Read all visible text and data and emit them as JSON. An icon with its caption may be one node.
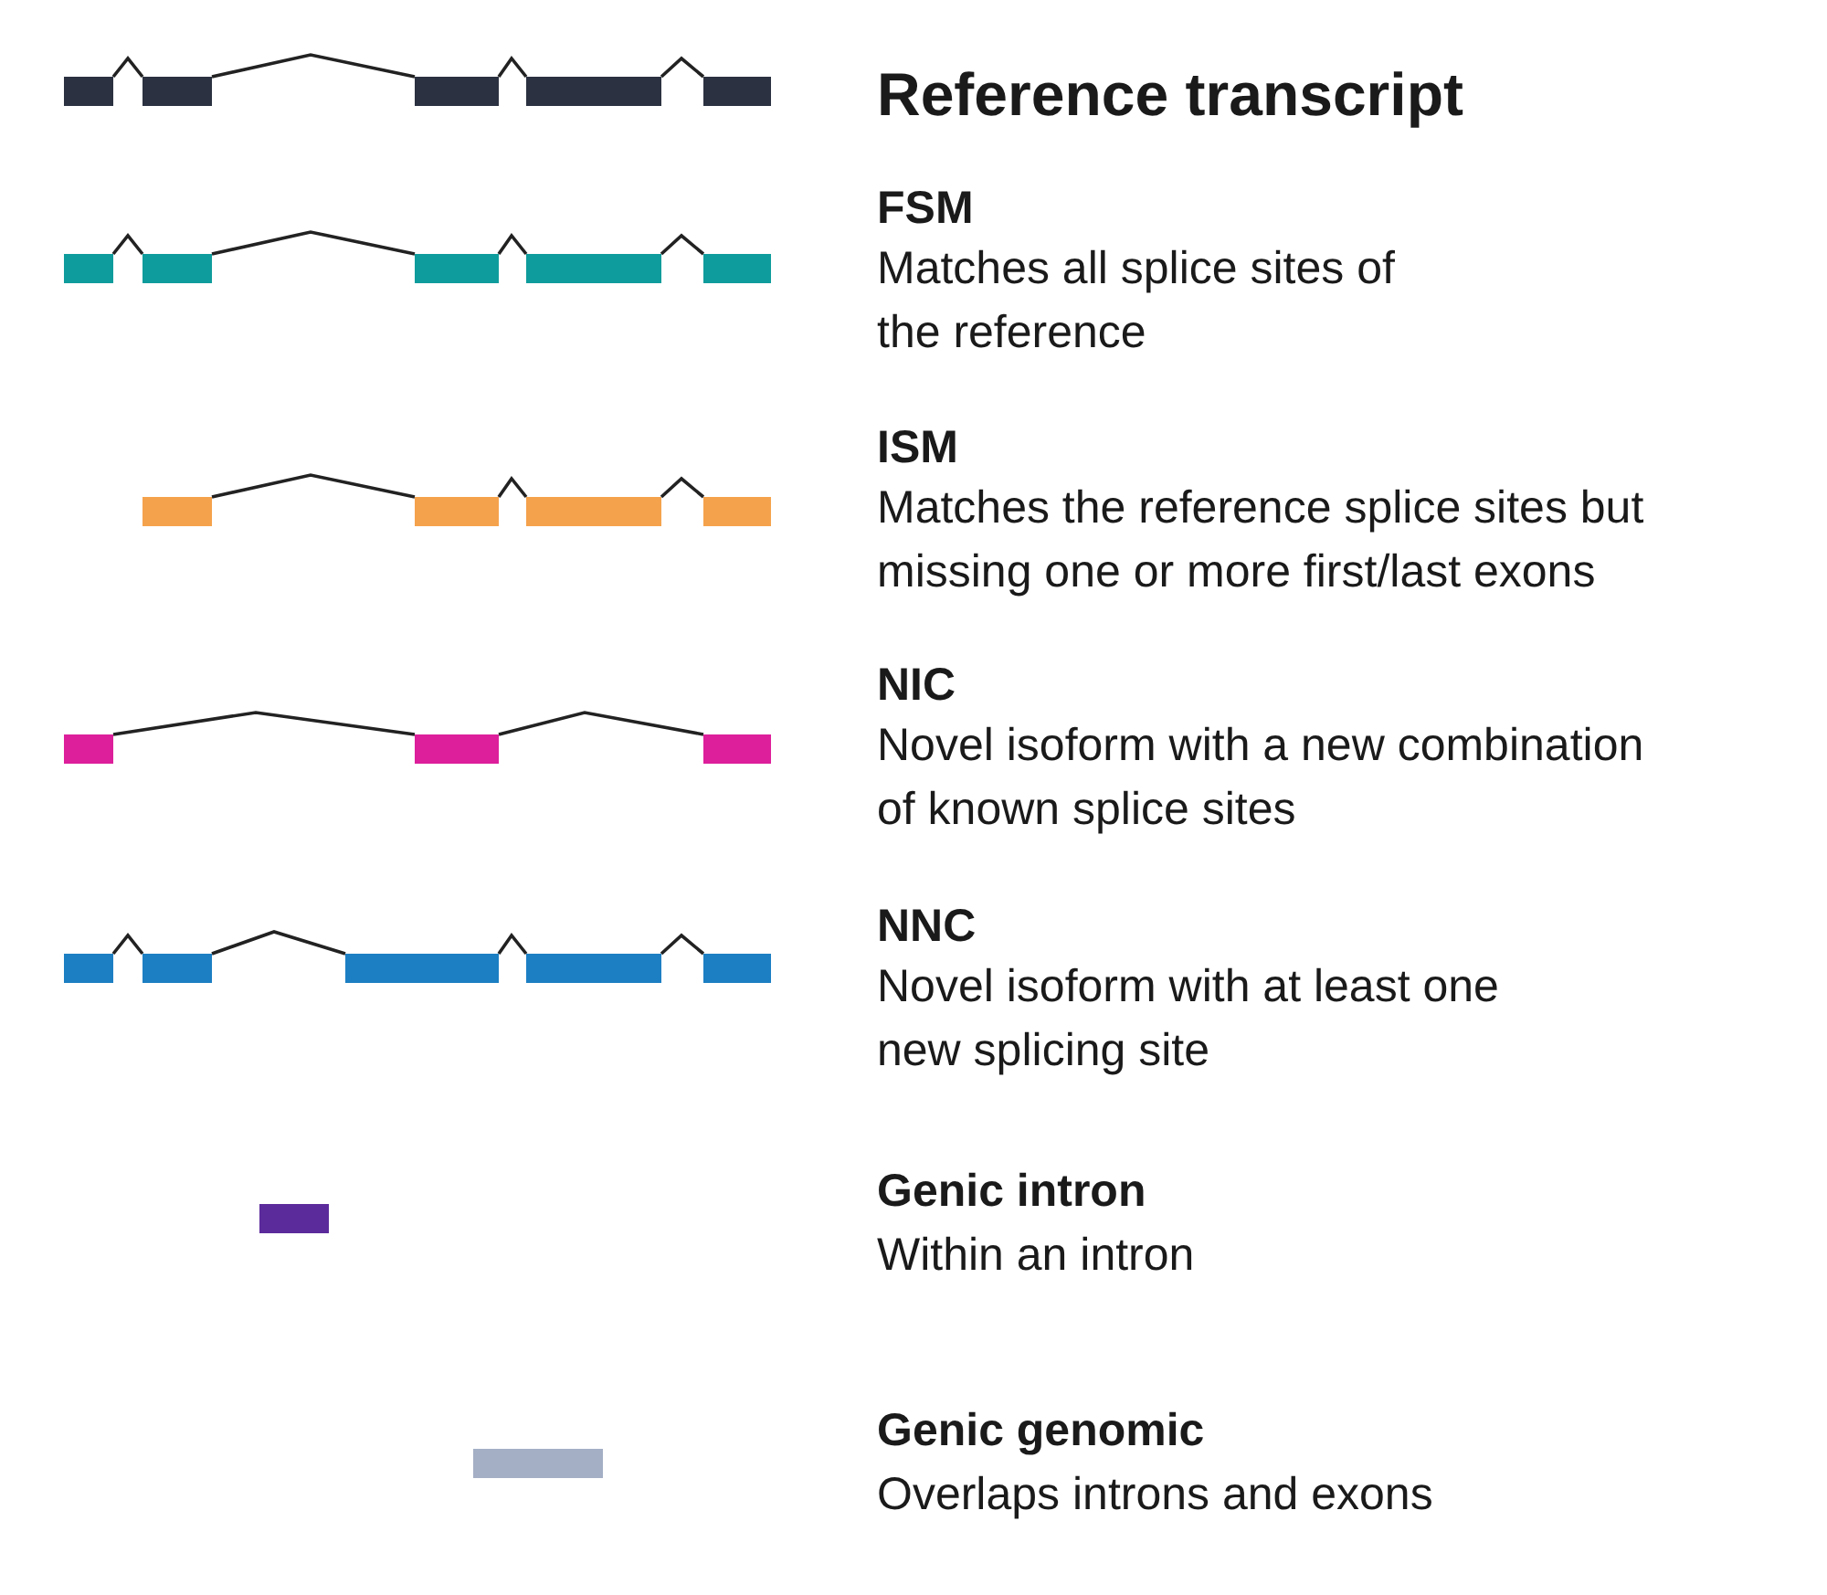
{
  "diagram": {
    "labels": [
      "Reference transcript",
      "FSM",
      "Matches all splice sites of the reference",
      "ISM",
      "Matches the reference splice sites but missing one or more first/last exons",
      "NIC",
      "Novel isoform with a new combination of known splice sites",
      "NNC",
      "Novel isoform with at least one new splicing site",
      "Genic intron",
      "Within an intron",
      "Genic genomic",
      "Overlaps introns and exons"
    ]
  }
}
